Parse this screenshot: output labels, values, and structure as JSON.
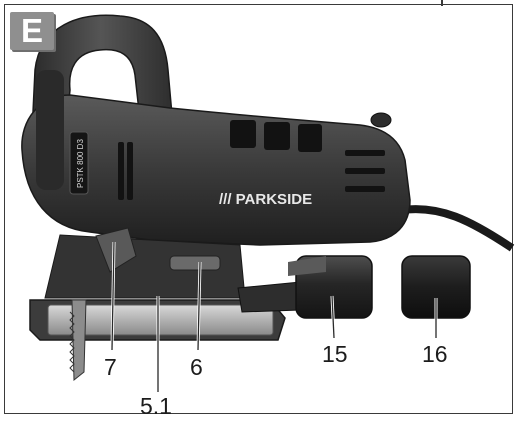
{
  "figure": {
    "label": "E",
    "brand_text": "/// PARKSIDE",
    "model_text": "PSTK 800 D3"
  },
  "callouts": {
    "c7": "7",
    "c6": "6",
    "c15": "15",
    "c16": "16",
    "c51": "5.1"
  },
  "colors": {
    "body_dark": "#2b2b2b",
    "body_mid": "#4a4a4a",
    "accent_grey": "#8f8f8f",
    "frame": "#3a3a3a"
  }
}
